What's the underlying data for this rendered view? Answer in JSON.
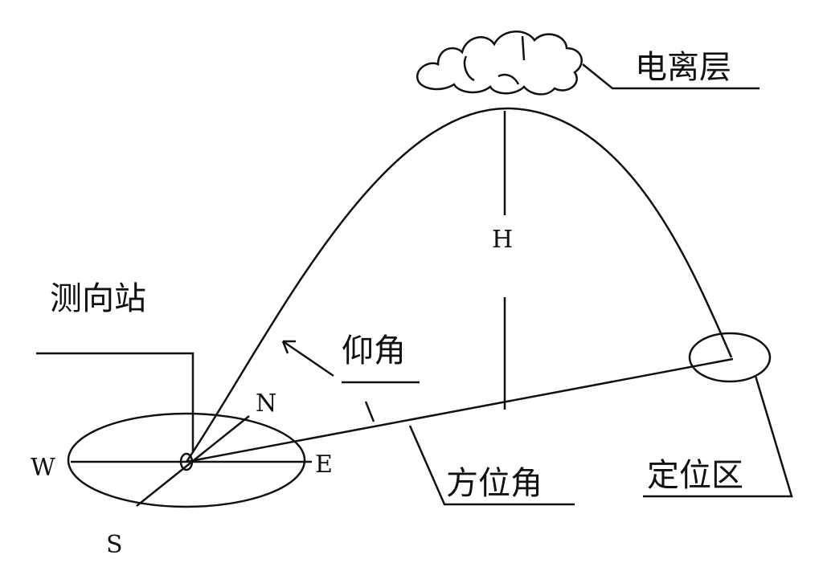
{
  "labels": {
    "ionosphere": "电离层",
    "height": "H",
    "direction_station": "测向站",
    "elevation_angle": "仰角",
    "azimuth_angle": "方位角",
    "positioning_area": "定位区"
  },
  "compass": {
    "north": "N",
    "south": "S",
    "east": "E",
    "west": "W"
  }
}
